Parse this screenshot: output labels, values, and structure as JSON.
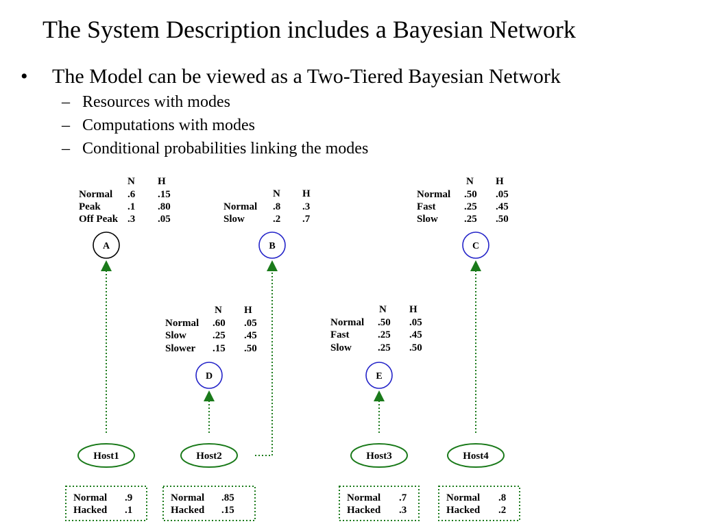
{
  "title": "The System Description includes a Bayesian Network",
  "bullet": {
    "mark": "•",
    "text": "The Model can be viewed as a Two-Tiered Bayesian Network"
  },
  "subbullets": [
    {
      "mark": "–",
      "text": "Resources with modes"
    },
    {
      "mark": "–",
      "text": "Computations with modes"
    },
    {
      "mark": "–",
      "text": "Conditional probabilities linking the modes"
    }
  ],
  "colors": {
    "computation_node_outline": "#2323c8",
    "resource_node_outline": "#1a7a1a",
    "arrow": "#1a7a1a",
    "node_a_outline": "#000000"
  },
  "nodes": {
    "A": {
      "label": "A",
      "table": {
        "columns": [
          "N",
          "H"
        ],
        "rows": [
          {
            "mode": "Normal",
            "N": ".6",
            "H": ".15"
          },
          {
            "mode": "Peak",
            "N": ".1",
            "H": ".80"
          },
          {
            "mode": "Off Peak",
            "N": ".3",
            "H": ".05"
          }
        ]
      }
    },
    "B": {
      "label": "B",
      "table": {
        "columns": [
          "N",
          "H"
        ],
        "rows": [
          {
            "mode": "Normal",
            "N": ".8",
            "H": ".3"
          },
          {
            "mode": "Slow",
            "N": ".2",
            "H": ".7"
          }
        ]
      }
    },
    "C": {
      "label": "C",
      "table": {
        "columns": [
          "N",
          "H"
        ],
        "rows": [
          {
            "mode": "Normal",
            "N": ".50",
            "H": ".05"
          },
          {
            "mode": "Fast",
            "N": ".25",
            "H": ".45"
          },
          {
            "mode": "Slow",
            "N": ".25",
            "H": ".50"
          }
        ]
      }
    },
    "D": {
      "label": "D",
      "table": {
        "columns": [
          "N",
          "H"
        ],
        "rows": [
          {
            "mode": "Normal",
            "N": ".60",
            "H": ".05"
          },
          {
            "mode": "Slow",
            "N": ".25",
            "H": ".45"
          },
          {
            "mode": "Slower",
            "N": ".15",
            "H": ".50"
          }
        ]
      }
    },
    "E": {
      "label": "E",
      "table": {
        "columns": [
          "N",
          "H"
        ],
        "rows": [
          {
            "mode": "Normal",
            "N": ".50",
            "H": ".05"
          },
          {
            "mode": "Fast",
            "N": ".25",
            "H": ".45"
          },
          {
            "mode": "Slow",
            "N": ".25",
            "H": ".50"
          }
        ]
      }
    }
  },
  "hosts": [
    {
      "label": "Host1",
      "probs": [
        {
          "mode": "Normal",
          "p": ".9"
        },
        {
          "mode": "Hacked",
          "p": ".1"
        }
      ]
    },
    {
      "label": "Host2",
      "probs": [
        {
          "mode": "Normal",
          "p": ".85"
        },
        {
          "mode": "Hacked",
          "p": ".15"
        }
      ]
    },
    {
      "label": "Host3",
      "probs": [
        {
          "mode": "Normal",
          "p": ".7"
        },
        {
          "mode": "Hacked",
          "p": ".3"
        }
      ]
    },
    {
      "label": "Host4",
      "probs": [
        {
          "mode": "Normal",
          "p": ".8"
        },
        {
          "mode": "Hacked",
          "p": ".2"
        }
      ]
    }
  ]
}
